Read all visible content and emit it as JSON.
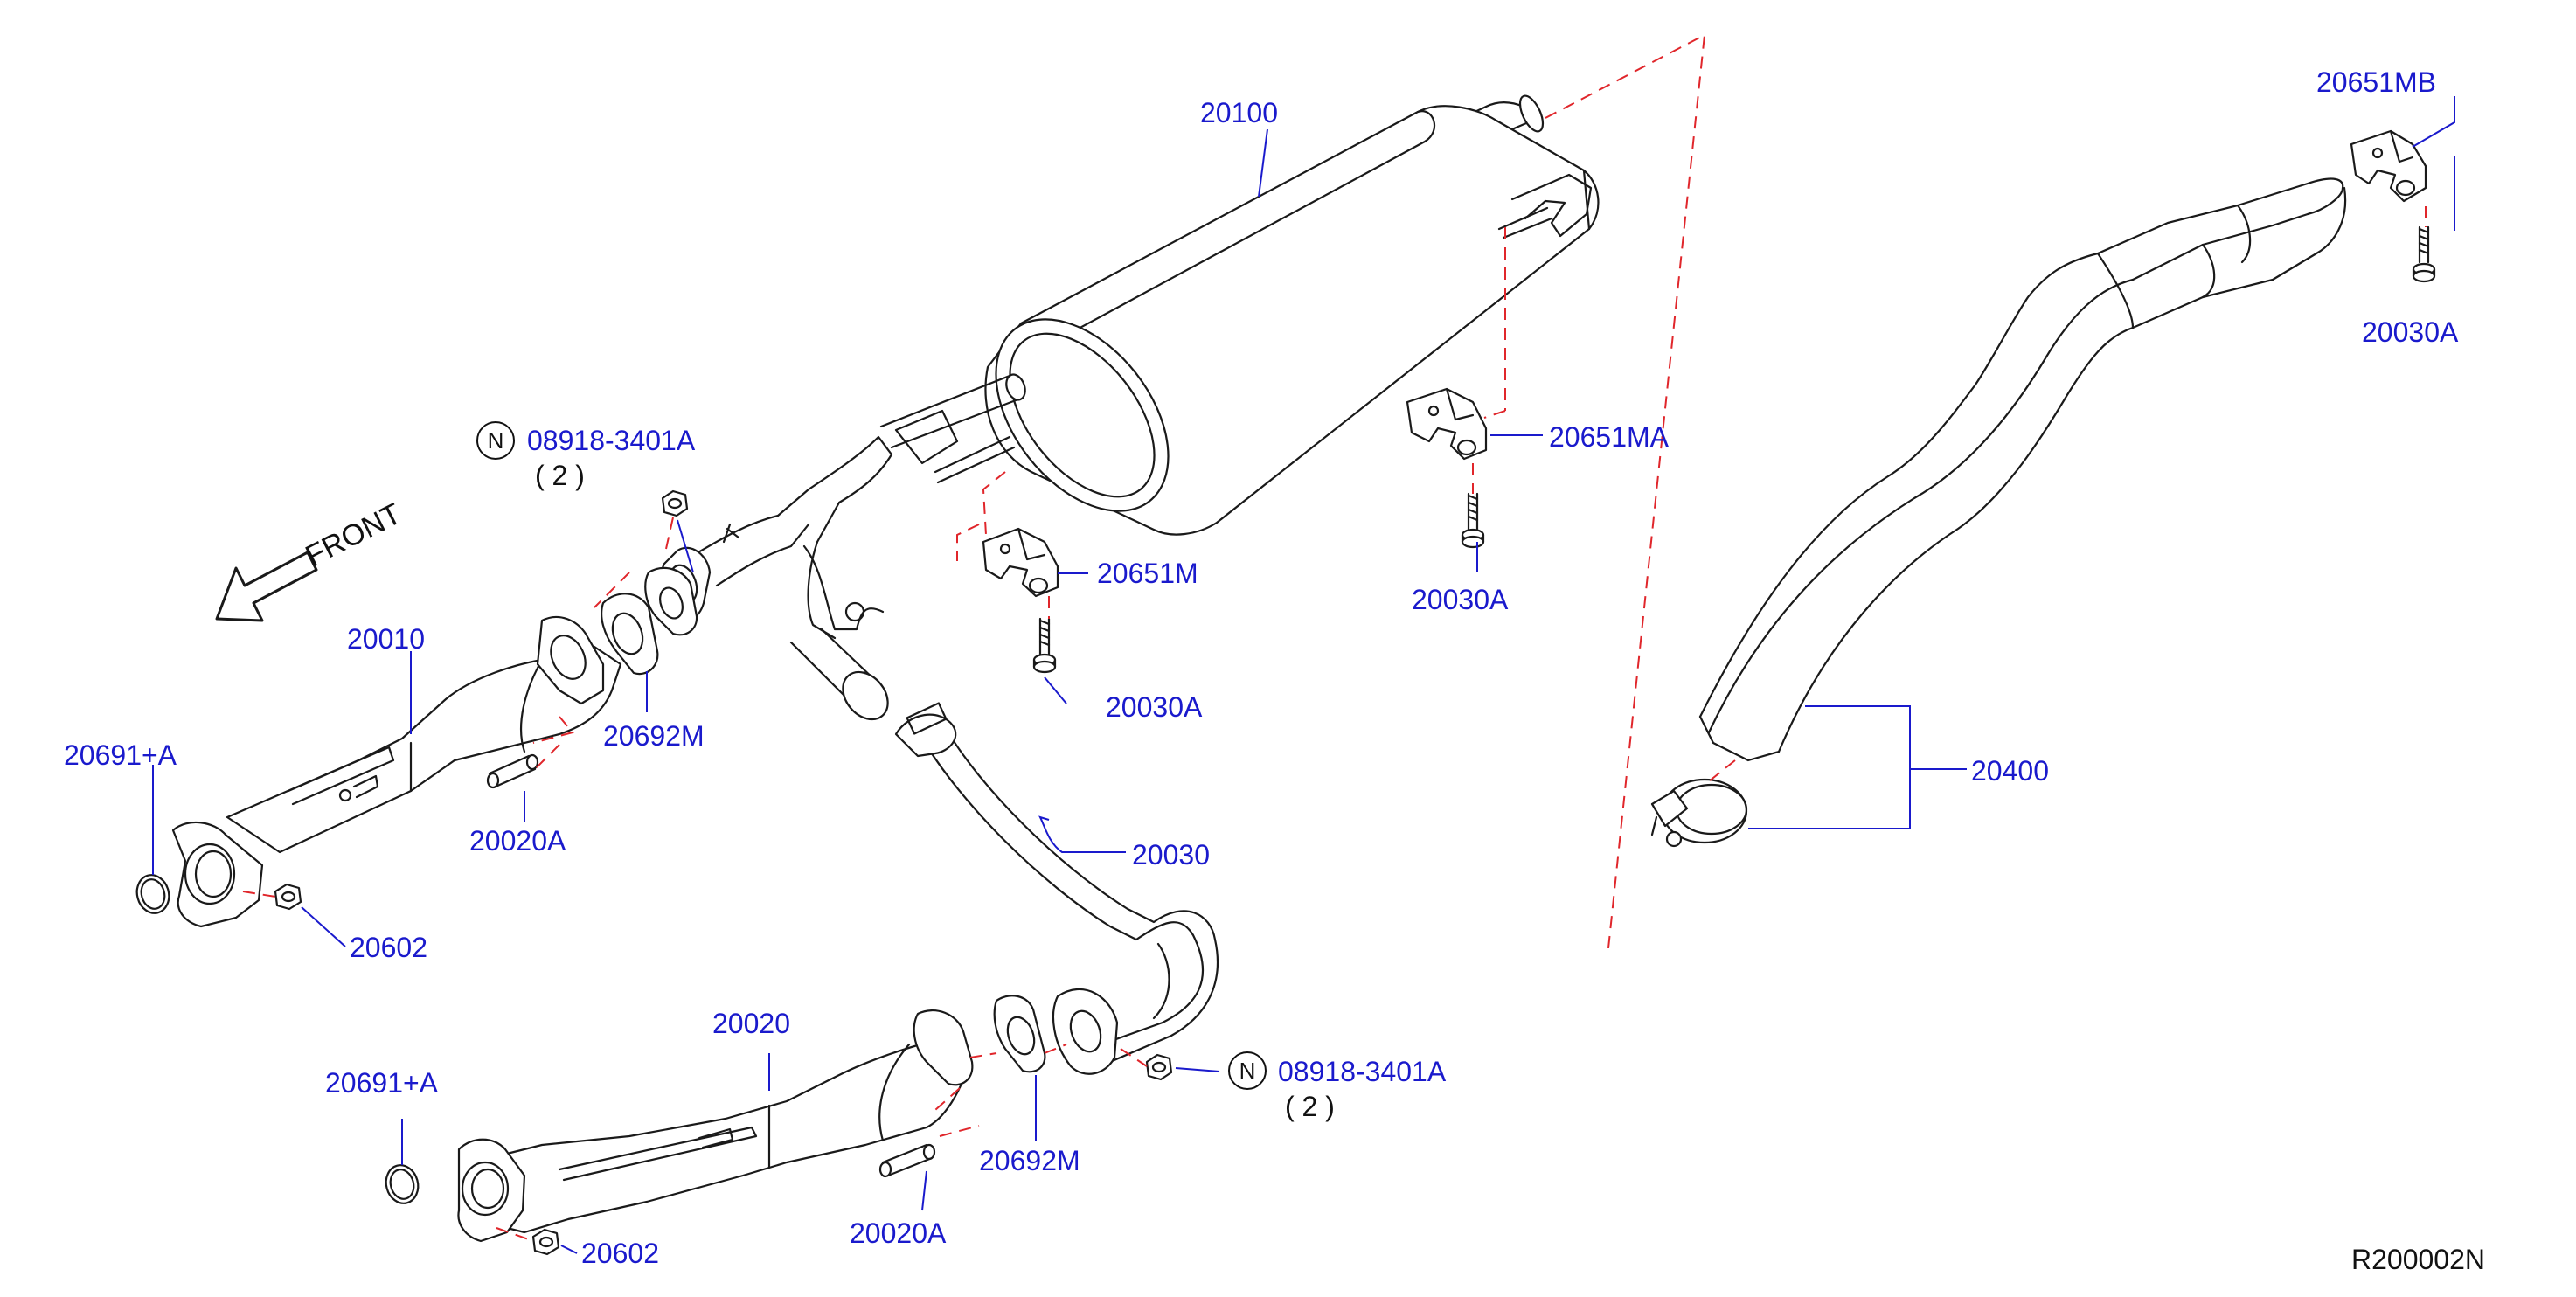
{
  "diagram_code": "R200002N",
  "front_label": "FRONT",
  "n_symbol": "N",
  "callouts": {
    "muffler": "20100",
    "rear_tail_pipe": "20400",
    "hanger_mb": "20651MB",
    "hanger_ma": "20651MA",
    "hanger_m": "20651M",
    "bolt_top_right": "20030A",
    "bolt_mid": "20030A",
    "bolt_left": "20030A",
    "nut_part_top": "08918-3401A",
    "nut_qty_top": "( 2 )",
    "front_tube_left": "20010",
    "gasket_top": "20692M",
    "stud_top": "20020A",
    "ring_top": "20691+A",
    "nut_top": "20602",
    "center_tube": "20030",
    "front_tube_right": "20020",
    "ring_bottom": "20691+A",
    "nut_bottom": "20602",
    "stud_bottom": "20020A",
    "gasket_bottom": "20692M",
    "nut_part_bottom": "08918-3401A",
    "nut_qty_bottom": "( 2 )"
  }
}
